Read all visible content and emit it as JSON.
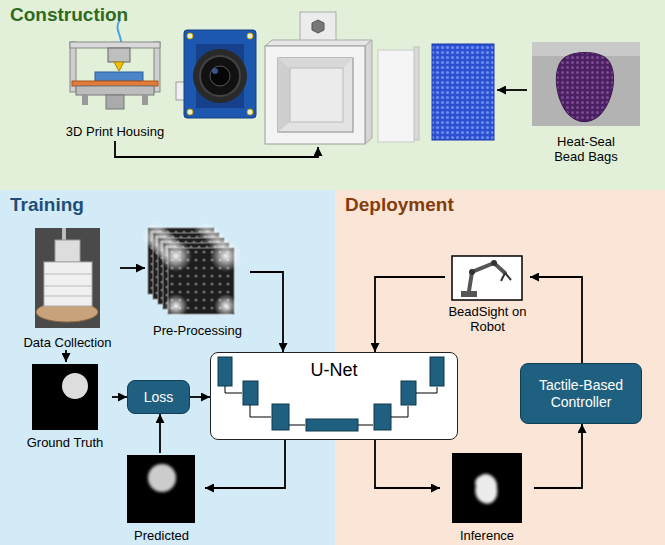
{
  "diagram": {
    "nodes": [
      {
        "text": [
          "Construction"
        ]
      },
      {
        "text": [
          "3D Print Housing"
        ],
        "in": 0
      },
      {
        "text": [
          "Heat-Seal Bead Bags"
        ],
        "in": 0
      },
      {
        "text": [
          "Training"
        ]
      },
      {
        "text": [
          "Data Collection"
        ],
        "in": 3
      },
      {
        "text": [
          "Pre-Processing"
        ],
        "in": 3
      },
      {
        "text": [
          "Ground Truth"
        ],
        "in": 3
      },
      {
        "text": [
          "Loss"
        ],
        "in": 3
      },
      {
        "text": [
          "Predicted"
        ],
        "in": 3
      },
      {
        "text": [
          "U-Net"
        ]
      },
      {
        "text": [
          "Deployment"
        ]
      },
      {
        "text": [
          "BeadSight on Robot"
        ],
        "in": 10
      },
      {
        "text": [
          "Tactile-Based Controller"
        ],
        "in": 10
      },
      {
        "text": [
          "Inference"
        ],
        "in": 10
      }
    ],
    "edges": [
      {
        "from": 4,
        "to": 5,
        "arrow": "to"
      },
      {
        "from": 4,
        "to": 6,
        "arrow": "to"
      },
      {
        "from": 5,
        "to": 9,
        "arrow": "to"
      },
      {
        "from": 6,
        "to": 7,
        "arrow": "to"
      },
      {
        "from": 8,
        "to": 7,
        "arrow": "to"
      },
      {
        "from": 7,
        "to": 9,
        "arrow": "to"
      },
      {
        "from": 9,
        "to": 8,
        "arrow": "to"
      },
      {
        "from": 11,
        "to": 9,
        "arrow": "to"
      },
      {
        "from": 9,
        "to": 13,
        "arrow": "to"
      },
      {
        "from": 13,
        "to": 12,
        "arrow": "to"
      },
      {
        "from": 12,
        "to": 11,
        "arrow": "to"
      }
    ]
  }
}
